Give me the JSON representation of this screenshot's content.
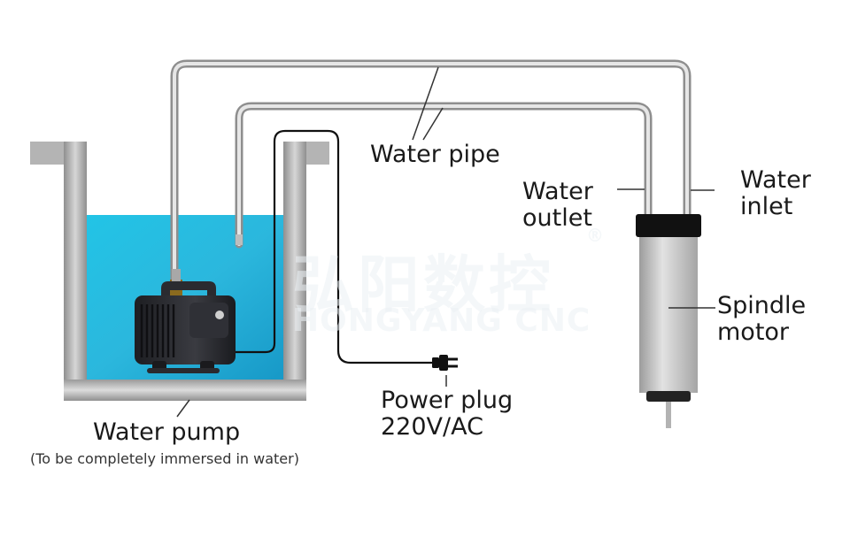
{
  "labels": {
    "water_pipe": "Water pipe",
    "water_outlet_line1": "Water",
    "water_outlet_line2": "outlet",
    "water_inlet_line1": "Water",
    "water_inlet_line2": "inlet",
    "spindle_motor_line1": "Spindle",
    "spindle_motor_line2": "motor",
    "power_plug_line1": "Power plug",
    "power_plug_line2": "220V/AC",
    "water_pump": "Water pump",
    "water_pump_note": "(To be completely immersed in water)"
  },
  "watermark": {
    "chinese": "弘阳数控",
    "english": "HONGYANG CNC",
    "registered_mark": "®"
  },
  "colors": {
    "water": "#1fb3d8",
    "tank_wall": "#a9a9a9",
    "pipe": "#b5b5b5",
    "pump_body": "#26272c",
    "motor_body": "#c9c9c9",
    "motor_cap": "#111111",
    "cable": "#111111"
  }
}
